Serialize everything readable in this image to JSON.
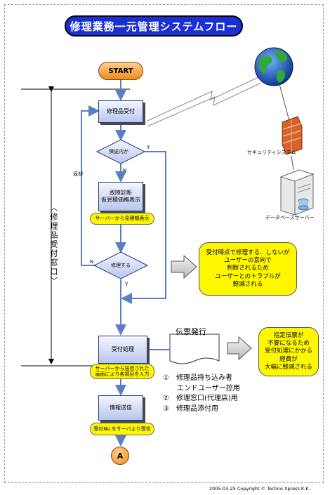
{
  "title": "修理業務一元管理システムフロー",
  "start_label": "START",
  "vertical_label": "〈修理品受付窓口〉",
  "steps": {
    "reception": "修理品受付",
    "warranty_check": "保証内か",
    "diagnosis_line1": "故障診断",
    "diagnosis_line2": "仮見積価格表示",
    "repair_check": "修理する",
    "accept_process": "受付処理",
    "info_send": "情報送信"
  },
  "pills": {
    "estimate_from_server": "サーバーから見積額表示",
    "server_sent_line1": "サーバーから送信された",
    "server_sent_line2": "画面により各項目を入力",
    "receive_number": "受付No.をサーバより受信"
  },
  "labels": {
    "yes": "Y",
    "no": "N",
    "return": "返却",
    "security": "セキュリティシステム",
    "database": "データベースサーバー",
    "slip_issue": "伝票発行"
  },
  "note1": {
    "line1": "受付時点で修理する、しないが",
    "line2": "ユーザーの意向で",
    "line3": "判断されるため",
    "line4": "ユーザーとのトラブルが",
    "line5": "軽減される"
  },
  "note2": {
    "line1": "指定伝票が",
    "line2": "不要になるため",
    "line3": "受付処理にかかる",
    "line4": "経費が",
    "line5": "大幅に軽減される"
  },
  "copies": [
    "①　修理品持ち込み者",
    "　　エンドユーザー控用",
    "②　修理窓口(代理店)用",
    "③　修理品添付用"
  ],
  "connector": "A",
  "footer": "2005-03-25  Copyright ©  Techno Xpress K.K.",
  "colors": {
    "title_bg": "#1a2fd6",
    "process_fill": "#b9c6ec",
    "note_fill": "#fff700",
    "terminal_fill": "#f08a1a",
    "arrow": "#5b7fc4"
  }
}
